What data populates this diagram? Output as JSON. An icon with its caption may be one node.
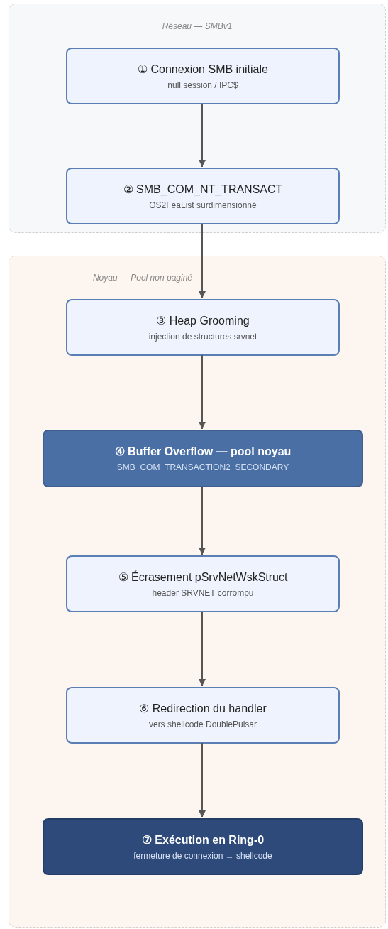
{
  "diagram": {
    "nodes": [
      {
        "text": [
          "Réseau — SMBv1"
        ]
      },
      {
        "text": [
          "① Connexion SMB initiale",
          "null session / IPC$"
        ],
        "in": 0
      },
      {
        "text": [
          "② SMB_COM_NT_TRANSACT",
          "OS2FeaList surdimensionné"
        ],
        "in": 0
      },
      {
        "text": [
          "Noyau — Pool non paginé"
        ]
      },
      {
        "text": [
          "③ Heap Grooming",
          "injection de structures srvnet"
        ],
        "in": 3
      },
      {
        "text": [
          "④ Buffer Overflow — pool noyau",
          "SMB_COM_TRANSACTION2_SECONDARY"
        ],
        "in": 3
      },
      {
        "text": [
          "⑤ Écrasement pSrvNetWskStruct",
          "header SRVNET corrompu"
        ],
        "in": 3
      },
      {
        "text": [
          "⑥ Redirection du handler",
          "vers shellcode DoublePulsar"
        ],
        "in": 3
      },
      {
        "text": [
          "⑦ Exécution en Ring-0",
          "fermeture de connexion → shellcode"
        ],
        "in": 3
      }
    ],
    "edges": [
      {
        "from": 1,
        "to": 2,
        "arrow": "to"
      },
      {
        "from": 2,
        "to": 4,
        "arrow": "to"
      },
      {
        "from": 4,
        "to": 5,
        "arrow": "to"
      },
      {
        "from": 5,
        "to": 6,
        "arrow": "to"
      },
      {
        "from": 6,
        "to": 7,
        "arrow": "to"
      },
      {
        "from": 7,
        "to": 8,
        "arrow": "to"
      }
    ]
  }
}
